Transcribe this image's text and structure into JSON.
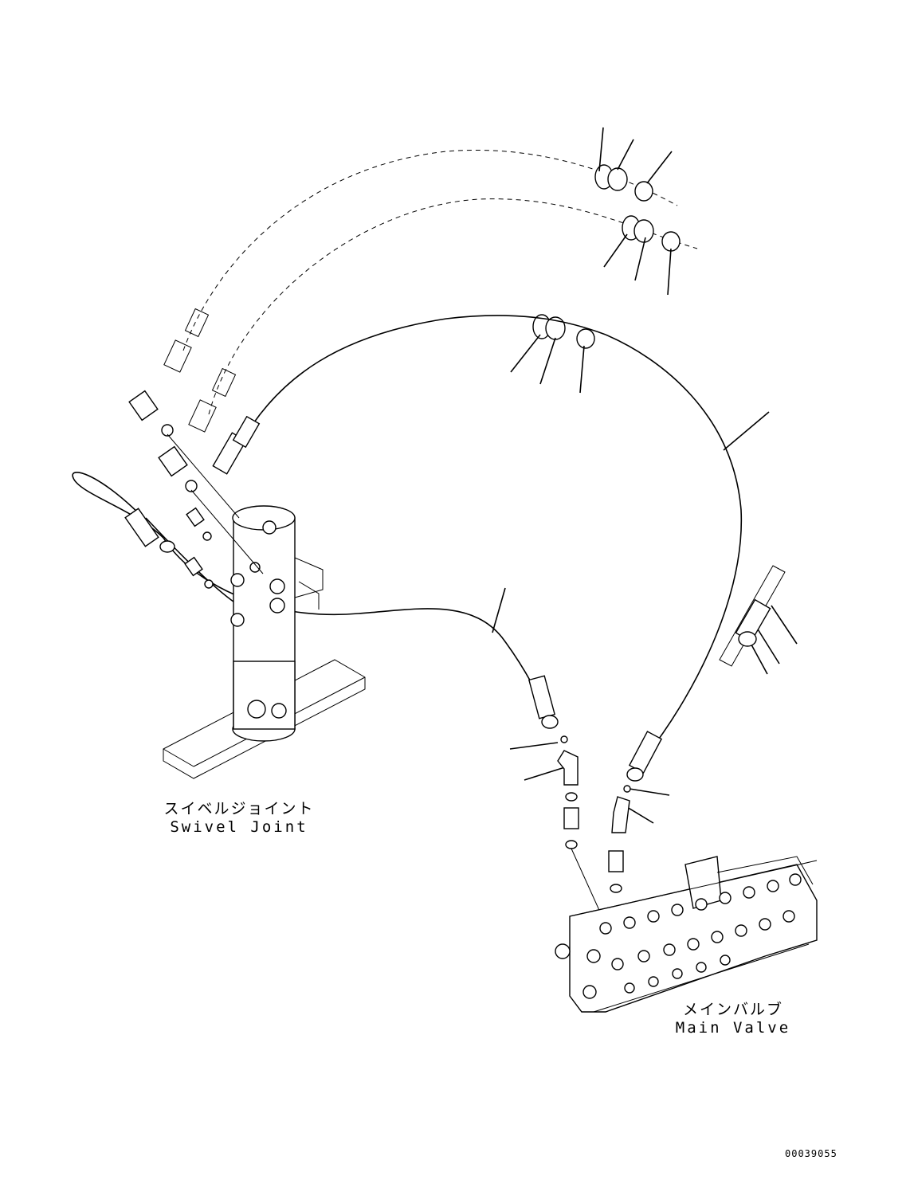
{
  "labels": {
    "swivel_joint_jp": "スイベルジョイント",
    "swivel_joint_en": "Swivel Joint",
    "main_valve_jp": "メインバルブ",
    "main_valve_en": "Main Valve",
    "drawing_number": "00039055"
  },
  "colors": {
    "line": "#000000",
    "background": "#ffffff"
  }
}
